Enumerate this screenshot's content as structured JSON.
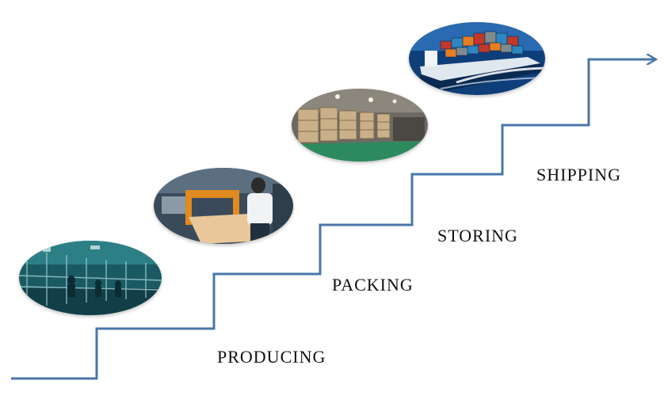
{
  "steps": [
    {
      "label": "PRODUCING",
      "image": "assembly-line-photo"
    },
    {
      "label": "PACKING",
      "image": "packing-workshop-photo"
    },
    {
      "label": "STORING",
      "image": "warehouse-photo"
    },
    {
      "label": "SHIPPING",
      "image": "cargo-ship-photo"
    }
  ],
  "colors": {
    "stair_line": "#4a76a8",
    "text": "#111111",
    "background": "#ffffff"
  }
}
